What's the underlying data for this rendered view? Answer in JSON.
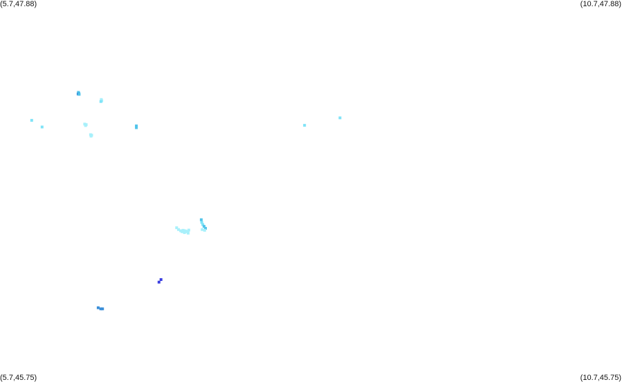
{
  "corners": {
    "top_left": "(5.7,47.88)",
    "top_right": "(10.7,47.88)",
    "bottom_left": "(5.7,45.75)",
    "bottom_right": "(10.7,45.75)"
  },
  "colors": {
    "light": "#a8f0fb",
    "cyan": "#7fe3f7",
    "mid": "#52c4ea",
    "blue": "#3a8ed8",
    "deep": "#3b3fe0"
  },
  "chart_data": {
    "type": "scatter",
    "xlim": [
      5.7,
      10.7
    ],
    "ylim": [
      45.75,
      47.88
    ],
    "points": [
      {
        "lon": 6.33,
        "lat": 47.365,
        "c": "mid"
      },
      {
        "lon": 6.334,
        "lat": 47.36,
        "c": "mid"
      },
      {
        "lon": 6.328,
        "lat": 47.356,
        "c": "blue"
      },
      {
        "lon": 6.336,
        "lat": 47.354,
        "c": "mid"
      },
      {
        "lon": 6.514,
        "lat": 47.325,
        "c": "light"
      },
      {
        "lon": 6.518,
        "lat": 47.318,
        "c": "light"
      },
      {
        "lon": 6.511,
        "lat": 47.314,
        "c": "cyan"
      },
      {
        "lon": 5.955,
        "lat": 47.209,
        "c": "cyan"
      },
      {
        "lon": 6.038,
        "lat": 47.172,
        "c": "cyan"
      },
      {
        "lon": 6.381,
        "lat": 47.188,
        "c": "light"
      },
      {
        "lon": 6.393,
        "lat": 47.185,
        "c": "light"
      },
      {
        "lon": 6.388,
        "lat": 47.18,
        "c": "light"
      },
      {
        "lon": 6.796,
        "lat": 47.178,
        "c": "mid"
      },
      {
        "lon": 6.796,
        "lat": 47.168,
        "c": "mid"
      },
      {
        "lon": 6.428,
        "lat": 47.129,
        "c": "light"
      },
      {
        "lon": 6.437,
        "lat": 47.126,
        "c": "light"
      },
      {
        "lon": 6.432,
        "lat": 47.121,
        "c": "light"
      },
      {
        "lon": 8.148,
        "lat": 47.181,
        "c": "cyan"
      },
      {
        "lon": 8.433,
        "lat": 47.223,
        "c": "cyan"
      },
      {
        "lon": 7.12,
        "lat": 46.61,
        "c": "light"
      },
      {
        "lon": 7.135,
        "lat": 46.6,
        "c": "light"
      },
      {
        "lon": 7.152,
        "lat": 46.593,
        "c": "light"
      },
      {
        "lon": 7.164,
        "lat": 46.588,
        "c": "light"
      },
      {
        "lon": 7.172,
        "lat": 46.596,
        "c": "light"
      },
      {
        "lon": 7.188,
        "lat": 46.593,
        "c": "light"
      },
      {
        "lon": 7.198,
        "lat": 46.588,
        "c": "light"
      },
      {
        "lon": 7.21,
        "lat": 46.59,
        "c": "light"
      },
      {
        "lon": 7.218,
        "lat": 46.597,
        "c": "light"
      },
      {
        "lon": 7.183,
        "lat": 46.583,
        "c": "light"
      },
      {
        "lon": 7.212,
        "lat": 46.58,
        "c": "light"
      },
      {
        "lon": 7.318,
        "lat": 46.655,
        "c": "mid"
      },
      {
        "lon": 7.322,
        "lat": 46.64,
        "c": "cyan"
      },
      {
        "lon": 7.33,
        "lat": 46.628,
        "c": "cyan"
      },
      {
        "lon": 7.34,
        "lat": 46.618,
        "c": "mid"
      },
      {
        "lon": 7.352,
        "lat": 46.607,
        "c": "mid"
      },
      {
        "lon": 7.325,
        "lat": 46.6,
        "c": "light"
      },
      {
        "lon": 7.345,
        "lat": 46.596,
        "c": "light"
      },
      {
        "lon": 6.994,
        "lat": 46.321,
        "c": "deep"
      },
      {
        "lon": 6.978,
        "lat": 46.307,
        "c": "deep"
      },
      {
        "lon": 6.489,
        "lat": 46.164,
        "c": "blue"
      },
      {
        "lon": 6.51,
        "lat": 46.158,
        "c": "blue"
      },
      {
        "lon": 6.524,
        "lat": 46.158,
        "c": "blue"
      }
    ]
  }
}
